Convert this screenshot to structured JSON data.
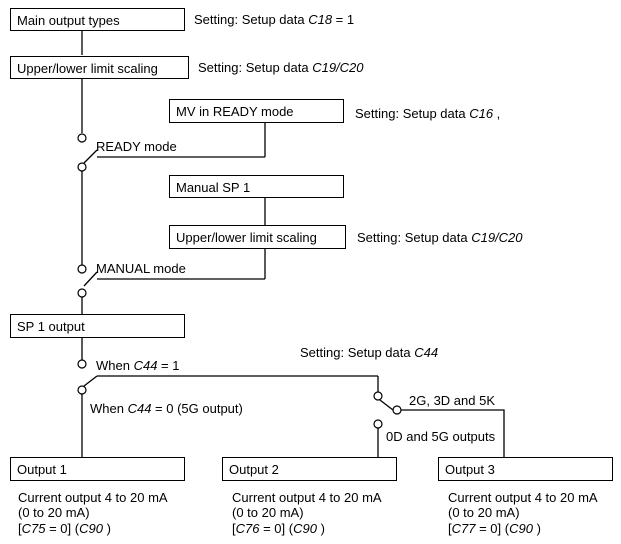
{
  "boxes": {
    "main_output_types": "Main output types",
    "upper_lower_scaling_1": "Upper/lower limit scaling",
    "mv_ready": "MV in READY mode",
    "manual_sp1": "Manual SP 1",
    "upper_lower_scaling_2": "Upper/lower limit scaling",
    "sp1_output": "SP 1 output",
    "output1": "Output  1",
    "output2": "Output 2",
    "output3": "Output 3"
  },
  "settings": {
    "prefix": "Setting: Setup data ",
    "c18_code": "C18",
    "c18_suffix": " = 1",
    "c19c20_code": "C19/C20",
    "c16_code": "C16",
    "c16_suffix": "  ,",
    "c44_code": "C44"
  },
  "switches": {
    "ready_mode": "READY mode",
    "manual_mode": "MANUAL mode",
    "when": "When ",
    "c44": "C44",
    "eq1": " = 1",
    "eq0_5g": " = 0 (5G output)",
    "models_2g3d5k": "2G, 3D and 5K",
    "models_0d5g": "0D and 5G outputs"
  },
  "outputs": [
    {
      "line1": "Current output 4 to 20 mA",
      "line2": "(0 to 20 mA)",
      "code": "C75",
      "eq": " = 0] (",
      "c90": "C90",
      "close": " )"
    },
    {
      "line1": "Current output 4 to 20 mA",
      "line2": "(0 to 20 mA)",
      "code": "C76",
      "eq": " = 0] (",
      "c90": "C90",
      "close": " )"
    },
    {
      "line1": "Current output 4 to 20 mA",
      "line2": "(0 to 20 mA)",
      "code": "C77",
      "eq": " = 0] (",
      "c90": "C90",
      "close": " )"
    }
  ],
  "bracket_open": "["
}
